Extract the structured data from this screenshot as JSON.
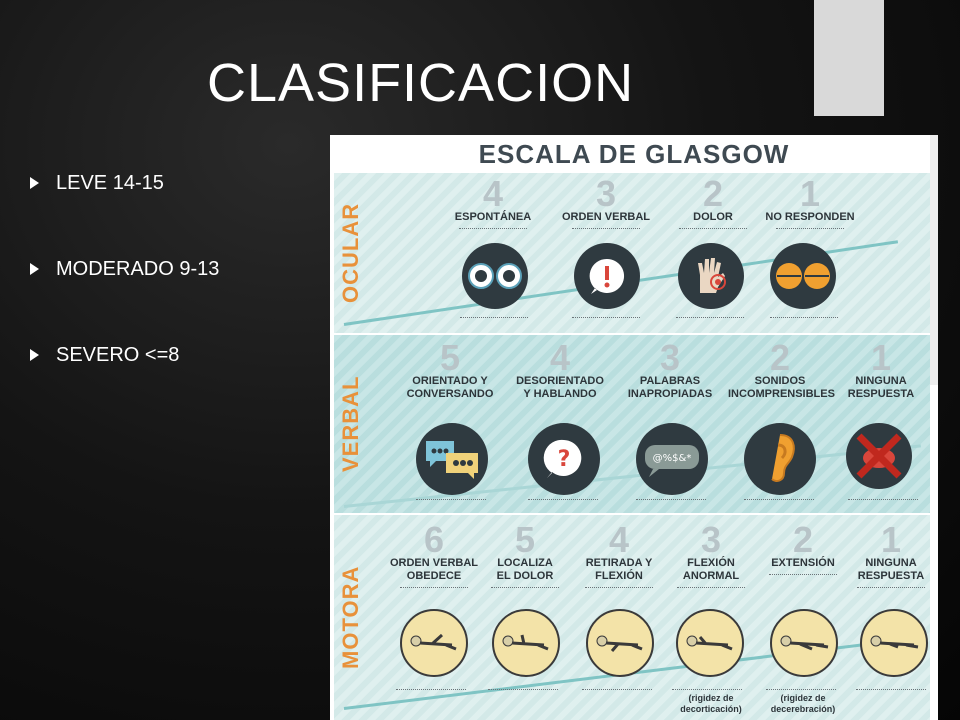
{
  "slide": {
    "title": "CLASIFICACION",
    "bullets": [
      {
        "label": "LEVE  14-15"
      },
      {
        "label": "MODERADO 9-13"
      },
      {
        "label": "SEVERO <=8"
      }
    ]
  },
  "infographic": {
    "title": "ESCALA DE GLASGOW",
    "sections": {
      "ocular": {
        "label": "OCULAR",
        "items": [
          {
            "num": "4",
            "label": "ESPONTÁNEA",
            "icon": "eyes-icon"
          },
          {
            "num": "3",
            "label": "ORDEN VERBAL",
            "icon": "exclamation-icon"
          },
          {
            "num": "2",
            "label": "DOLOR",
            "icon": "hand-pain-icon"
          },
          {
            "num": "1",
            "label": "NO RESPONDEN",
            "icon": "closed-eyes-icon"
          }
        ]
      },
      "verbal": {
        "label": "VERBAL",
        "items": [
          {
            "num": "5",
            "label_line1": "ORIENTADO Y",
            "label_line2": "CONVERSANDO",
            "icon": "chat-bubbles-icon"
          },
          {
            "num": "4",
            "label_line1": "DESORIENTADO",
            "label_line2": "Y HABLANDO",
            "icon": "question-bubble-icon"
          },
          {
            "num": "3",
            "label_line1": "PALABRAS",
            "label_line2": "INAPROPIADAS",
            "icon": "symbols-bubble-icon",
            "bubble_text": "@%$&*"
          },
          {
            "num": "2",
            "label_line1": "SONIDOS",
            "label_line2": "INCOMPRENSIBLES",
            "icon": "ear-icon"
          },
          {
            "num": "1",
            "label_line1": "NINGUNA",
            "label_line2": "RESPUESTA",
            "icon": "crossed-mouth-icon"
          }
        ]
      },
      "motora": {
        "label": "MOTORA",
        "items": [
          {
            "num": "6",
            "label_line1": "ORDEN VERBAL",
            "label_line2": "OBEDECE",
            "icon": "lying-figure-icon"
          },
          {
            "num": "5",
            "label_line1": "LOCALIZA",
            "label_line2": "EL DOLOR",
            "icon": "lying-figure-icon"
          },
          {
            "num": "4",
            "label_line1": "RETIRADA Y",
            "label_line2": "FLEXIÓN",
            "icon": "lying-figure-icon"
          },
          {
            "num": "3",
            "label_line1": "FLEXIÓN",
            "label_line2": "ANORMAL",
            "icon": "lying-figure-icon",
            "note_line1": "(rigidez de",
            "note_line2": "decorticación)"
          },
          {
            "num": "2",
            "label_line1": "EXTENSIÓN",
            "label_line2": "",
            "icon": "lying-figure-icon",
            "note_line1": "(rigidez de",
            "note_line2": "decerebración)"
          },
          {
            "num": "1",
            "label_line1": "NINGUNA",
            "label_line2": "RESPUESTA",
            "icon": "lying-figure-icon"
          }
        ]
      }
    }
  },
  "colors": {
    "background": "#0a0a0a",
    "title_text": "#ffffff",
    "section_label": "#e8913a",
    "icon_dark": "#2f3a40",
    "eye_orange": "#f0a030",
    "pain_red": "#d9463b",
    "motora_circle": "#f3e3a8"
  }
}
